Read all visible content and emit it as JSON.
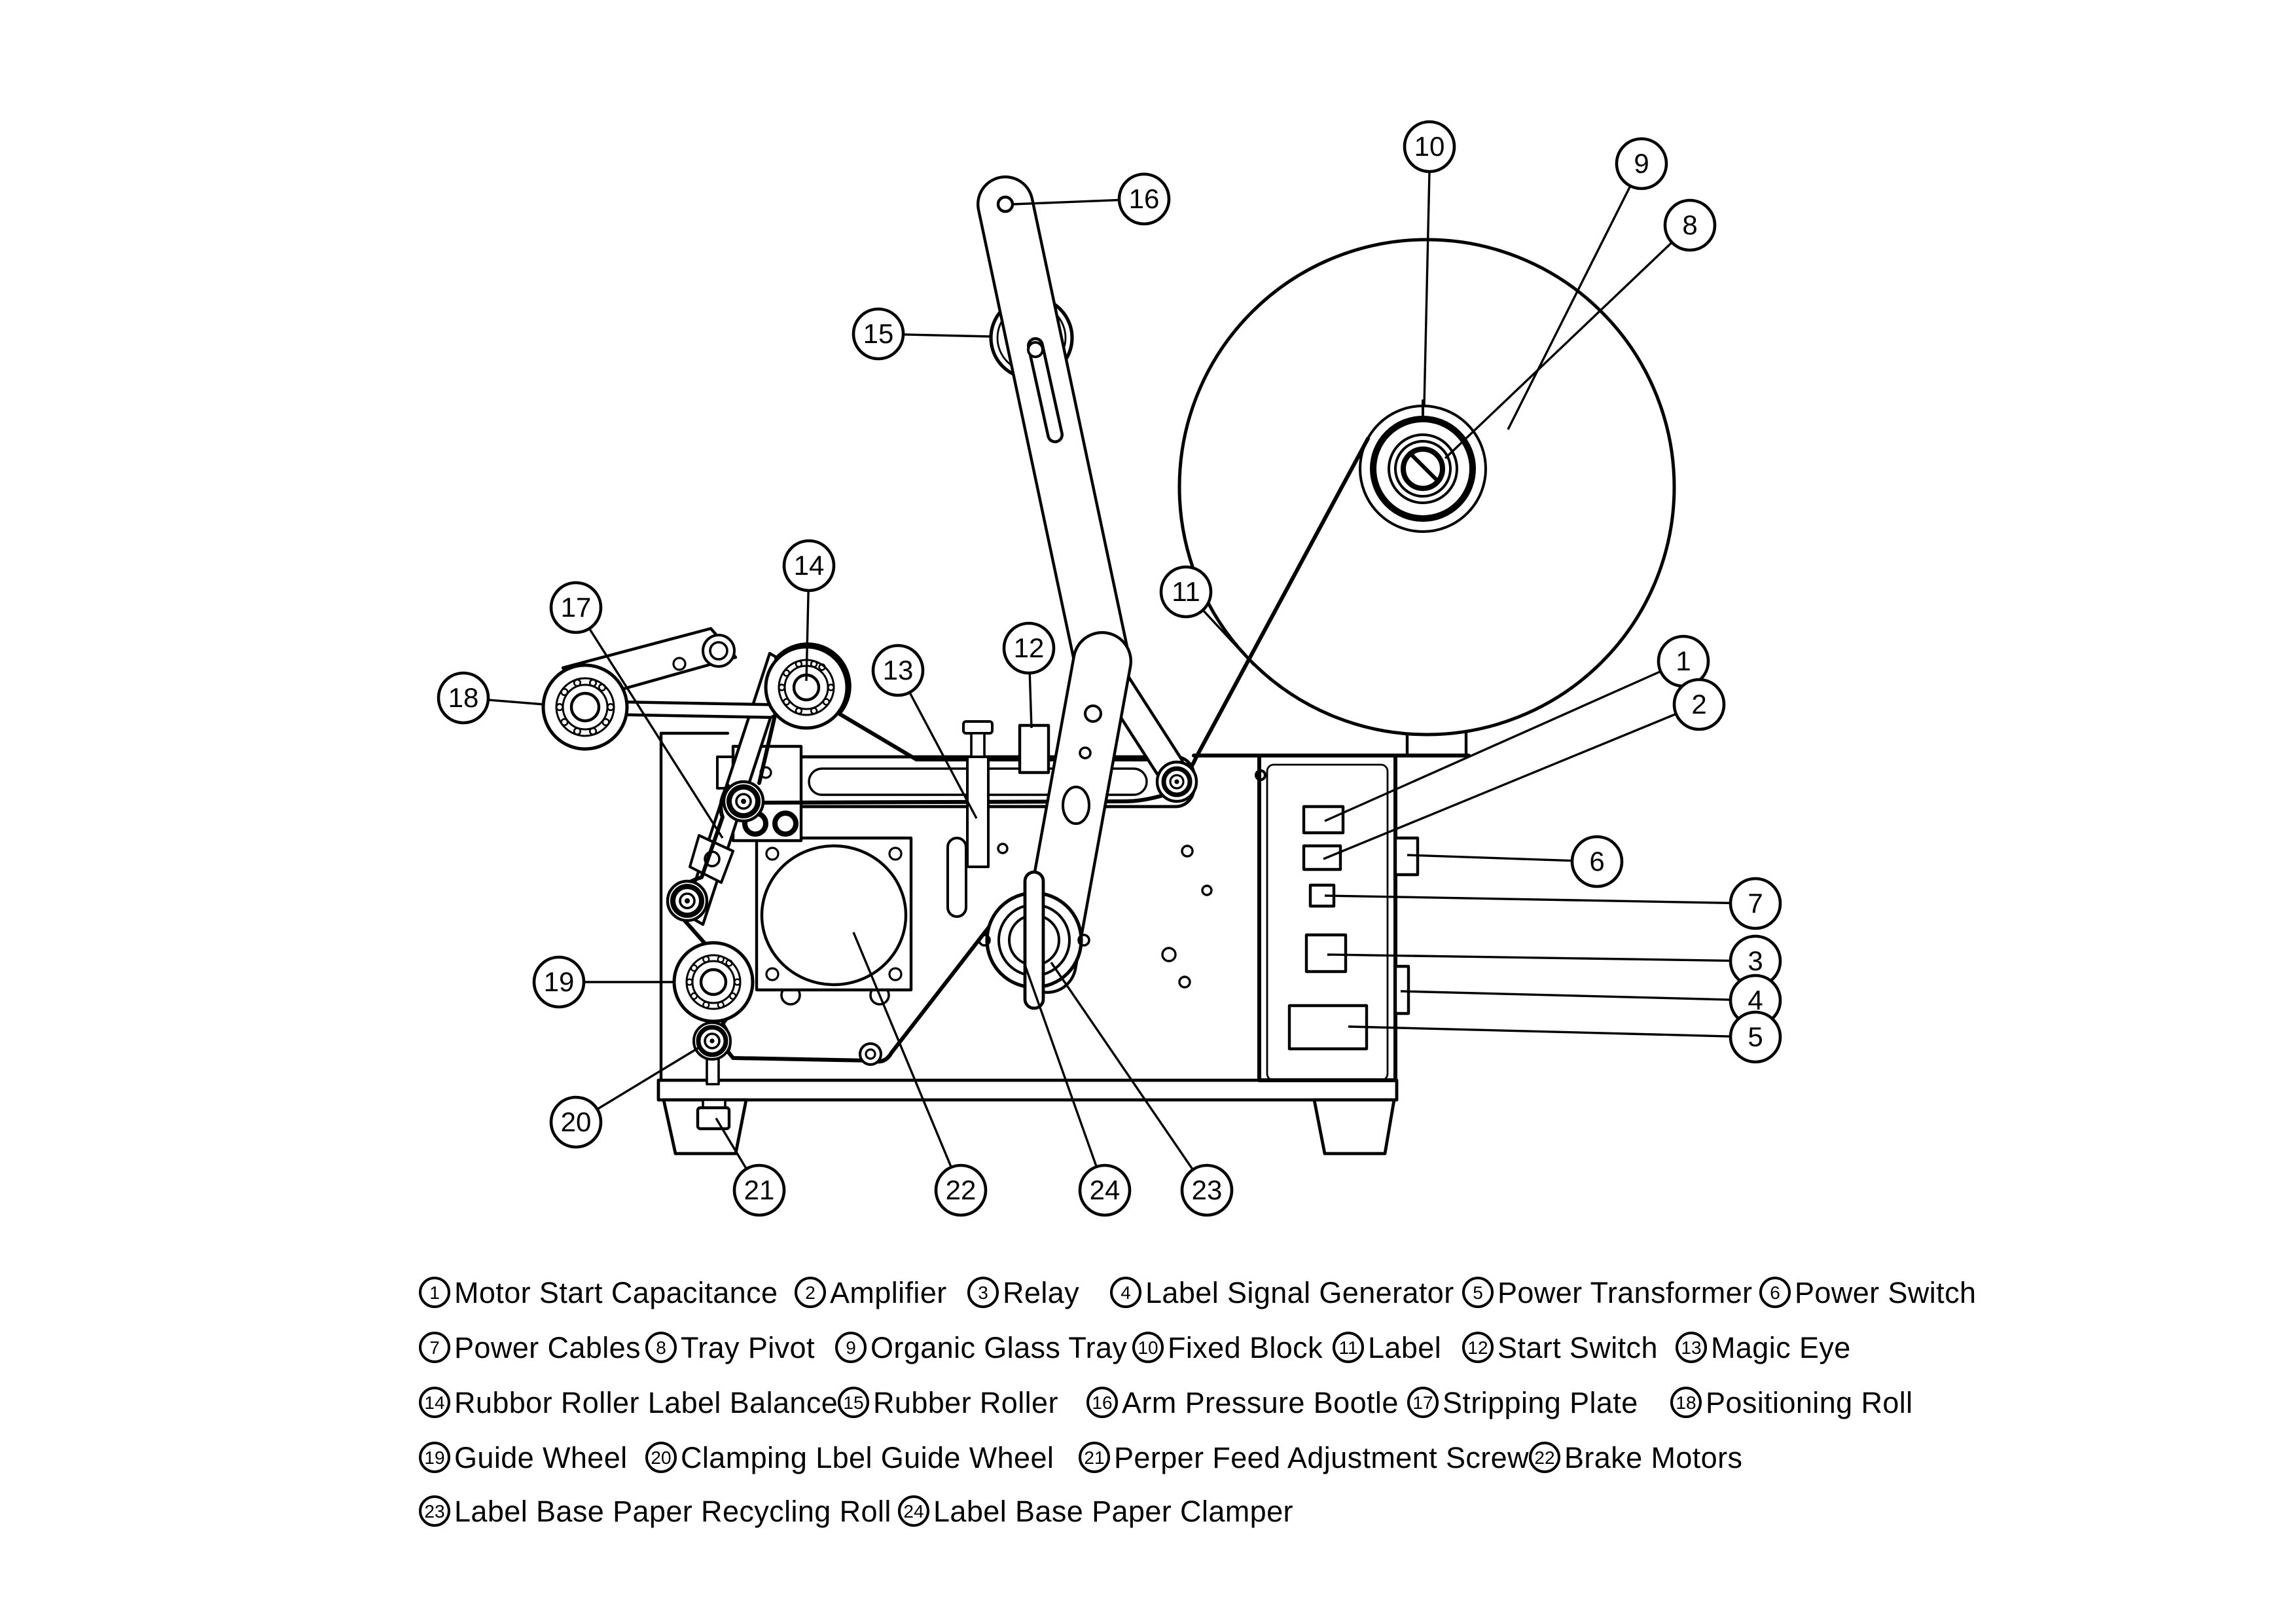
{
  "page": {
    "background": "#ffffff",
    "ink": "#000000"
  },
  "callouts": [
    "1",
    "2",
    "3",
    "4",
    "5",
    "6",
    "7",
    "8",
    "9",
    "10",
    "11",
    "12",
    "13",
    "14",
    "15",
    "16",
    "17",
    "18",
    "19",
    "20",
    "21",
    "22",
    "23",
    "24"
  ],
  "legend": [
    {
      "num": "1",
      "label": "Motor Start Capacitance"
    },
    {
      "num": "2",
      "label": "Amplifier"
    },
    {
      "num": "3",
      "label": "Relay"
    },
    {
      "num": "4",
      "label": "Label Signal Generator"
    },
    {
      "num": "5",
      "label": "Power Transformer"
    },
    {
      "num": "6",
      "label": "Power Switch"
    },
    {
      "num": "7",
      "label": "Power Cables"
    },
    {
      "num": "8",
      "label": "Tray Pivot"
    },
    {
      "num": "9",
      "label": "Organic Glass Tray"
    },
    {
      "num": "10",
      "label": "Fixed Block"
    },
    {
      "num": "11",
      "label": "Label"
    },
    {
      "num": "12",
      "label": "Start Switch"
    },
    {
      "num": "13",
      "label": "Magic Eye"
    },
    {
      "num": "14",
      "label": "Rubbor Roller Label Balance"
    },
    {
      "num": "15",
      "label": "Rubber Roller"
    },
    {
      "num": "16",
      "label": "Arm Pressure Bootle"
    },
    {
      "num": "17",
      "label": "Stripping Plate"
    },
    {
      "num": "18",
      "label": "Positioning Roll"
    },
    {
      "num": "19",
      "label": "Guide Wheel"
    },
    {
      "num": "20",
      "label": "Clamping Lbel Guide Wheel"
    },
    {
      "num": "21",
      "label": "Perper Feed Adjustment Screw"
    },
    {
      "num": "22",
      "label": "Brake Motors"
    },
    {
      "num": "23",
      "label": "Label Base Paper Recycling Roll"
    },
    {
      "num": "24",
      "label": "Label Base Paper Clamper"
    }
  ]
}
